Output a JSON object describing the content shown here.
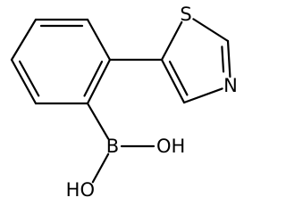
{
  "molecule": {
    "atoms": [
      {
        "id": "C1",
        "element": "C",
        "label": ""
      },
      {
        "id": "C2",
        "element": "C",
        "label": ""
      },
      {
        "id": "C3",
        "element": "C",
        "label": ""
      },
      {
        "id": "C4",
        "element": "C",
        "label": ""
      },
      {
        "id": "C5",
        "element": "C",
        "label": ""
      },
      {
        "id": "C6",
        "element": "C",
        "label": ""
      },
      {
        "id": "C7",
        "element": "C",
        "label": ""
      },
      {
        "id": "C8",
        "element": "C",
        "label": ""
      },
      {
        "id": "C9",
        "element": "C",
        "label": ""
      },
      {
        "id": "S",
        "element": "S",
        "label": "S"
      },
      {
        "id": "N",
        "element": "N",
        "label": "N"
      },
      {
        "id": "B",
        "element": "B",
        "label": "B"
      },
      {
        "id": "O1",
        "element": "O",
        "label": "OH"
      },
      {
        "id": "O2",
        "element": "O",
        "label": "HO"
      }
    ],
    "bonds": [
      {
        "a": "C1",
        "b": "C2",
        "order": 2,
        "inner": "center"
      },
      {
        "a": "C2",
        "b": "C3",
        "order": 1
      },
      {
        "a": "C3",
        "b": "C4",
        "order": 2,
        "inner": "center"
      },
      {
        "a": "C4",
        "b": "C5",
        "order": 1
      },
      {
        "a": "C5",
        "b": "C6",
        "order": 2,
        "inner": "center"
      },
      {
        "a": "C6",
        "b": "C1",
        "order": 1
      },
      {
        "a": "C2",
        "b": "C7",
        "order": 1
      },
      {
        "a": "C7",
        "b": "S",
        "order": 1
      },
      {
        "a": "S",
        "b": "C8",
        "order": 1
      },
      {
        "a": "C8",
        "b": "N",
        "order": 2,
        "inner": "left"
      },
      {
        "a": "N",
        "b": "C9",
        "order": 1
      },
      {
        "a": "C9",
        "b": "C7",
        "order": 2,
        "inner": "right"
      },
      {
        "a": "C1",
        "b": "B",
        "order": 1
      },
      {
        "a": "B",
        "b": "O1",
        "order": 1
      },
      {
        "a": "B",
        "b": "O2",
        "order": 1
      }
    ]
  },
  "colors": {
    "bond": "#000000",
    "label": "#000000",
    "background": "#ffffff"
  }
}
